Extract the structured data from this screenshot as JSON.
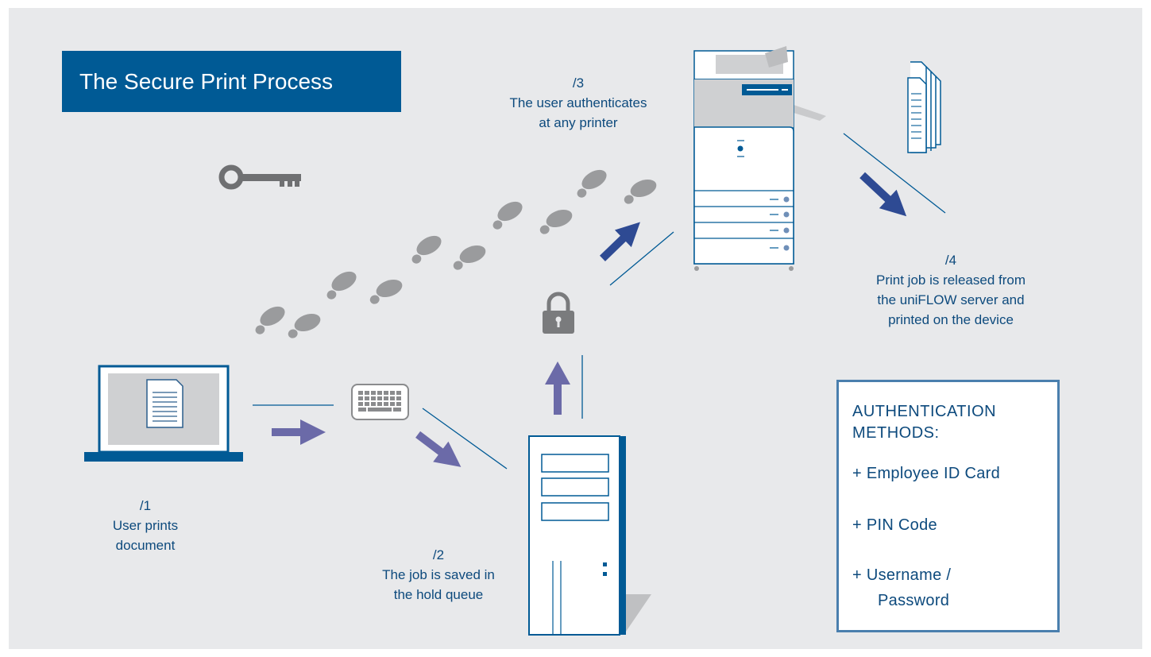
{
  "title": "The Secure Print Process",
  "steps": [
    {
      "number": "/1",
      "line1": "User prints",
      "line2": "document"
    },
    {
      "number": "/2",
      "line1": "The job is saved in",
      "line2": "the hold queue"
    },
    {
      "number": "/3",
      "line1": "The user authenticates",
      "line2": "at any printer"
    },
    {
      "number": "/4",
      "line1": "Print job is released from",
      "line2": "the uniFLOW server and",
      "line3": "printed on the device"
    }
  ],
  "auth": {
    "heading_line1": "AUTHENTICATION",
    "heading_line2": "METHODS:",
    "methods": [
      {
        "line1": "+ Employee ID Card"
      },
      {
        "line1": "+ PIN Code"
      },
      {
        "line1": "+ Username /",
        "line2": "Password"
      }
    ]
  },
  "colors": {
    "background": "#e8e9eb",
    "title_box": "#005a95",
    "text": "#0d4a7d",
    "arrow": "#6b6aa8",
    "arrow_dark": "#2e4a93",
    "icon_gray": "#8a8b8d"
  },
  "icons": [
    "laptop-icon",
    "document-icon",
    "keyboard-icon",
    "server-icon",
    "lock-icon",
    "key-icon",
    "footprints-icon",
    "printer-icon",
    "document-stack-icon"
  ]
}
